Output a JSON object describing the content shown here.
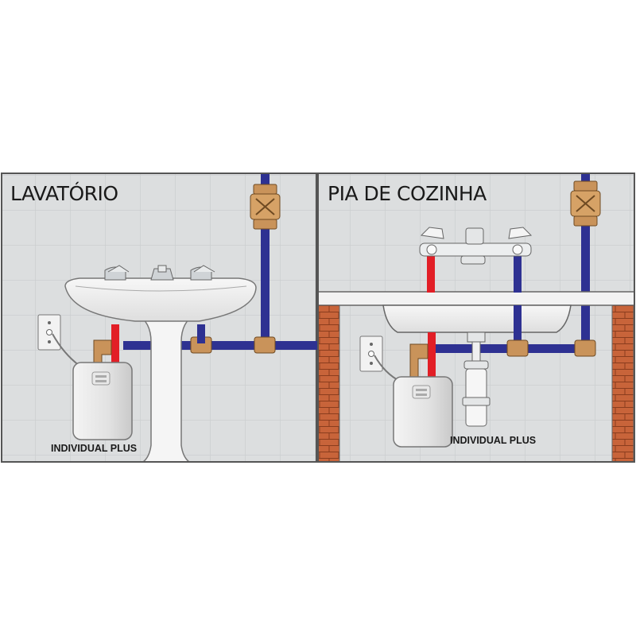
{
  "panels": {
    "left": {
      "title": "LAVATÓRIO",
      "heater_label": "INDIVIDUAL PLUS"
    },
    "right": {
      "title": "PIA DE COZINHA",
      "heater_label": "INDIVIDUAL PLUS"
    }
  },
  "colors": {
    "wall": "#dcdedf",
    "tile_line": "#c4c7c9",
    "cold_pipe": "#2e3192",
    "hot_pipe": "#e21e26",
    "brass": "#c9935a",
    "brick": "#c8643a",
    "frame": "#5a5a5a"
  },
  "icons": [
    "registro-valve-icon",
    "faucet-icon",
    "electric-outlet-icon",
    "water-heater-icon",
    "siphon-icon"
  ]
}
